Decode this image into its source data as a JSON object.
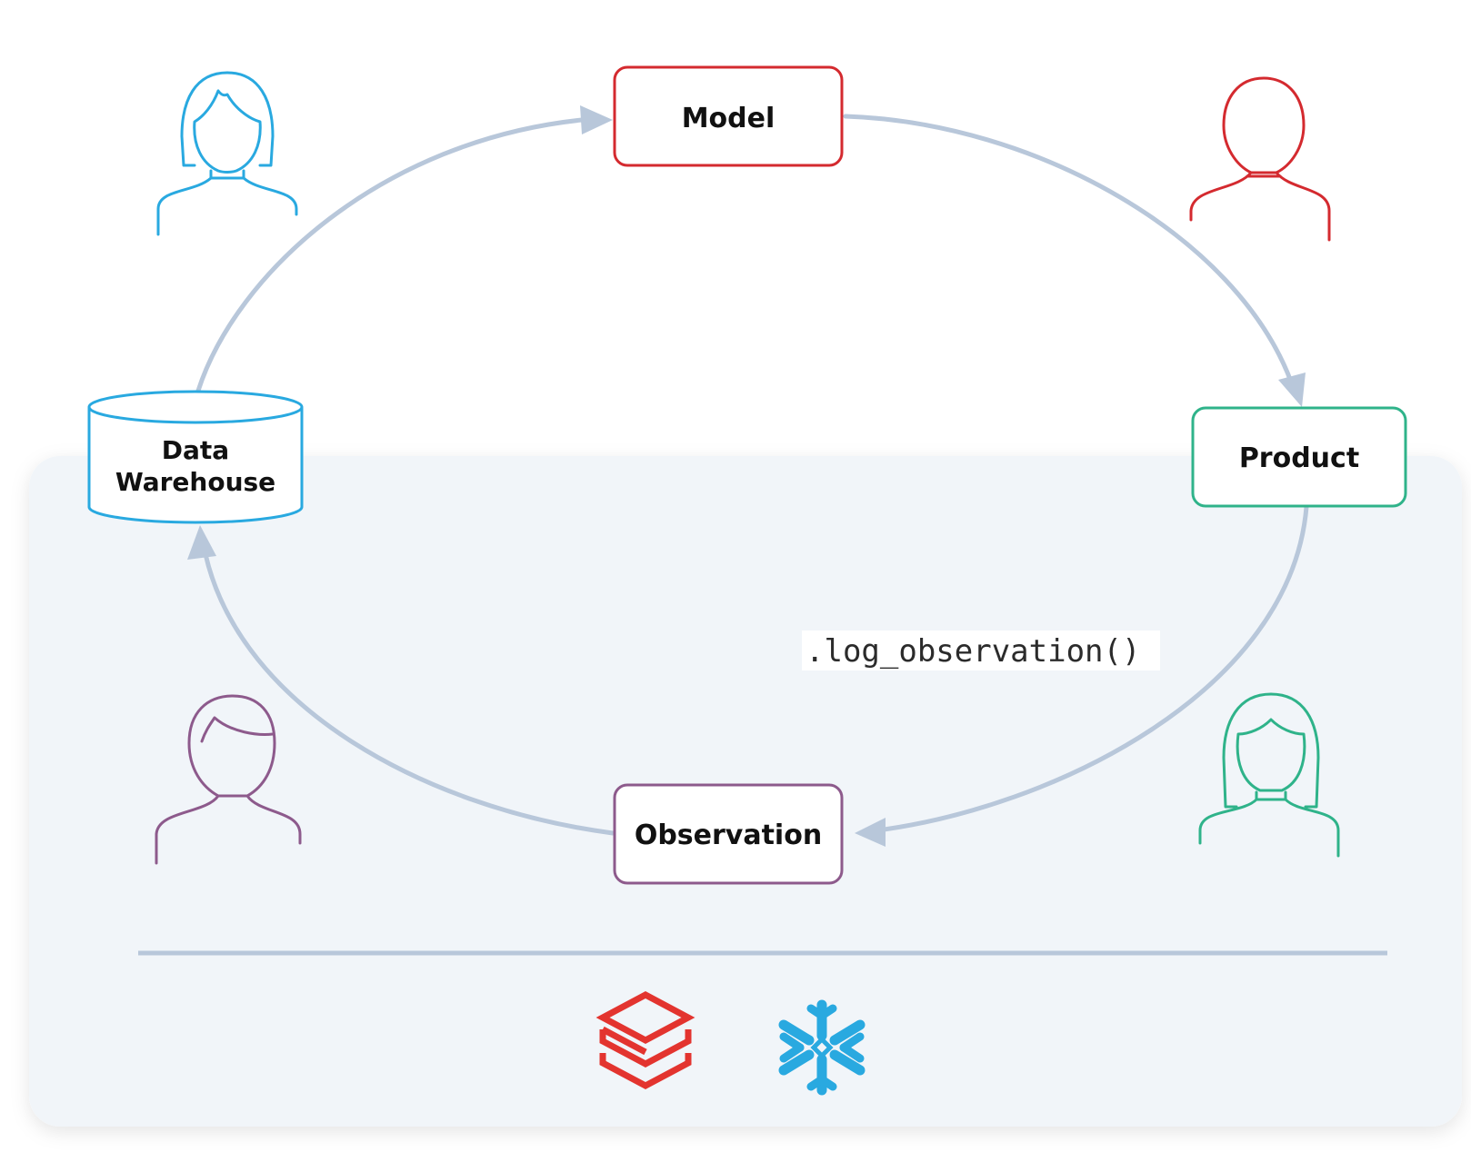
{
  "nodes": {
    "model": "Model",
    "product": "Product",
    "observation": "Observation",
    "data_warehouse_line1": "Data",
    "data_warehouse_line2": "Warehouse"
  },
  "edge_label": ".log_observation()",
  "colors": {
    "model": "#d42a2f",
    "product": "#2fb38a",
    "observation": "#8d5a8c",
    "data_warehouse": "#29a9e0",
    "arrow": "#b8c7da",
    "panel": "#f1f5f9",
    "divider": "#b8c7da",
    "databricks_logo": "#e3342f",
    "snowflake_logo": "#29a9e0"
  },
  "icons": [
    "person-icon",
    "person-icon",
    "person-icon",
    "person-icon",
    "database-icon",
    "databricks-logo-icon",
    "snowflake-logo-icon"
  ]
}
